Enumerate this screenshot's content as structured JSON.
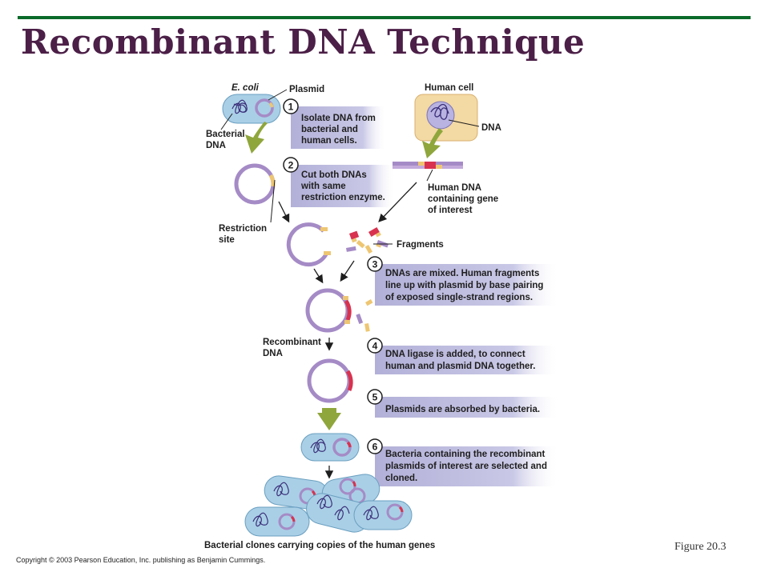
{
  "title": "Recombinant DNA Technique",
  "figure_number": "Figure 20.3",
  "copyright": "Copyright © 2003 Pearson Education, Inc. publishing as Benjamin Cummings.",
  "labels": {
    "ecoli": "E. coli",
    "plasmid": "Plasmid",
    "bacterial_dna_1": "Bacterial",
    "bacterial_dna_2": "DNA",
    "human_cell": "Human cell",
    "dna": "DNA",
    "human_dna_1": "Human DNA",
    "human_dna_2": "containing gene",
    "human_dna_3": "of interest",
    "restriction_1": "Restriction",
    "restriction_2": "site",
    "fragments": "Fragments",
    "recombinant_1": "Recombinant",
    "recombinant_2": "DNA",
    "bottom_caption": "Bacterial clones carrying copies of the human genes"
  },
  "steps": [
    {
      "num": "1",
      "lines": [
        "Isolate DNA from",
        "bacterial and",
        "human cells."
      ]
    },
    {
      "num": "2",
      "lines": [
        "Cut both DNAs",
        "with same",
        "restriction enzyme."
      ]
    },
    {
      "num": "3",
      "lines": [
        "DNAs are mixed. Human fragments",
        "line up with plasmid by base pairing",
        "of exposed single-strand regions."
      ]
    },
    {
      "num": "4",
      "lines": [
        "DNA ligase is added, to connect",
        "human and plasmid DNA together."
      ]
    },
    {
      "num": "5",
      "lines": [
        "Plasmids are absorbed by bacteria."
      ]
    },
    {
      "num": "6",
      "lines": [
        "Bacteria containing the recombinant",
        "plasmids of interest are selected and",
        "cloned."
      ]
    }
  ],
  "colors": {
    "title": "#4b1f47",
    "rule": "#0b6b2a",
    "plasmid": "#a58bc6",
    "cell": "#a9cfe6",
    "human_cell": "#f3d9a3",
    "step_box": "#b9b7dc",
    "arrow": "#8fa63c",
    "insert": "#d8324f",
    "sticky": "#eec672"
  }
}
